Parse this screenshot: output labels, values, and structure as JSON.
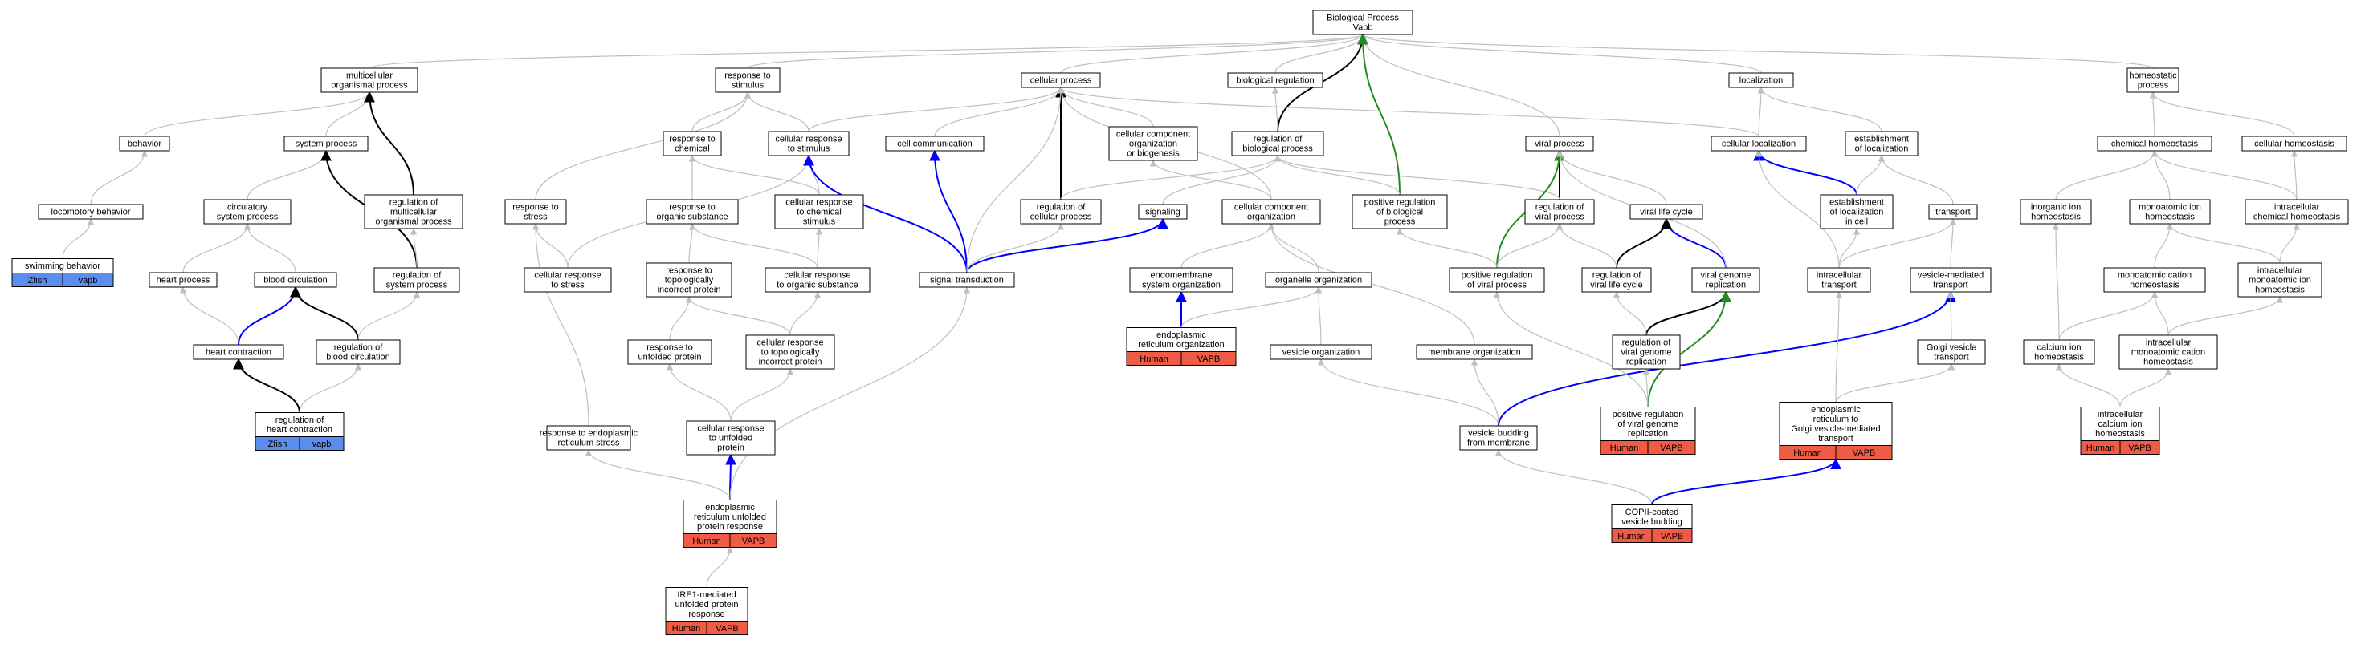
{
  "diagram": {
    "nodes": [
      {
        "id": "bp",
        "lines": [
          "Biological Process",
          "Vapb"
        ]
      },
      {
        "id": "multi",
        "lines": [
          "multicellular",
          "organismal process"
        ]
      },
      {
        "id": "resp_stim",
        "lines": [
          "response to",
          "stimulus"
        ]
      },
      {
        "id": "cell_proc",
        "lines": [
          "cellular process"
        ]
      },
      {
        "id": "bio_reg",
        "lines": [
          "biological regulation"
        ]
      },
      {
        "id": "localization",
        "lines": [
          "localization"
        ]
      },
      {
        "id": "homeo_proc",
        "lines": [
          "homeostatic",
          "process"
        ]
      },
      {
        "id": "behavior",
        "lines": [
          "behavior"
        ]
      },
      {
        "id": "sys_proc",
        "lines": [
          "system process"
        ]
      },
      {
        "id": "resp_chem",
        "lines": [
          "response to",
          "chemical"
        ]
      },
      {
        "id": "cell_resp_stim",
        "lines": [
          "cellular response",
          "to stimulus"
        ]
      },
      {
        "id": "cell_comm",
        "lines": [
          "cell communication"
        ]
      },
      {
        "id": "ccob",
        "lines": [
          "cellular component",
          "organization",
          "or biogenesis"
        ]
      },
      {
        "id": "reg_bp",
        "lines": [
          "regulation of",
          "biological process"
        ]
      },
      {
        "id": "viral_proc",
        "lines": [
          "viral process"
        ]
      },
      {
        "id": "cell_loc",
        "lines": [
          "cellular localization"
        ]
      },
      {
        "id": "estab_loc",
        "lines": [
          "establishment",
          "of localization"
        ]
      },
      {
        "id": "chem_homeo",
        "lines": [
          "chemical homeostasis"
        ]
      },
      {
        "id": "cell_homeo",
        "lines": [
          "cellular homeostasis"
        ]
      },
      {
        "id": "loco_behav",
        "lines": [
          "locomotory behavior"
        ]
      },
      {
        "id": "circ_sys",
        "lines": [
          "circulatory",
          "system process"
        ]
      },
      {
        "id": "reg_multi",
        "lines": [
          "regulation of",
          "multicellular",
          "organismal process"
        ]
      },
      {
        "id": "resp_stress",
        "lines": [
          "response to",
          "stress"
        ]
      },
      {
        "id": "resp_org",
        "lines": [
          "response to",
          "organic substance"
        ]
      },
      {
        "id": "cell_resp_chem",
        "lines": [
          "cellular response",
          "to chemical",
          "stimulus"
        ]
      },
      {
        "id": "reg_cell_proc",
        "lines": [
          "regulation of",
          "cellular process"
        ]
      },
      {
        "id": "signaling",
        "lines": [
          "signaling"
        ]
      },
      {
        "id": "cc_org",
        "lines": [
          "cellular component",
          "organization"
        ]
      },
      {
        "id": "pos_reg_bp",
        "lines": [
          "positive regulation",
          "of biological",
          "process"
        ]
      },
      {
        "id": "reg_viral",
        "lines": [
          "regulation of",
          "viral process"
        ]
      },
      {
        "id": "viral_life",
        "lines": [
          "viral life cycle"
        ]
      },
      {
        "id": "estab_loc_cell",
        "lines": [
          "establishment",
          "of localization",
          "in cell"
        ]
      },
      {
        "id": "inorg_ion",
        "lines": [
          "inorganic ion",
          "homeostasis"
        ]
      },
      {
        "id": "mono_ion",
        "lines": [
          "monoatomic ion",
          "homeostasis"
        ]
      },
      {
        "id": "intra_chem",
        "lines": [
          "intracellular",
          "chemical homeostasis"
        ]
      },
      {
        "id": "swim",
        "lines": [
          "swimming behavior"
        ],
        "species": "Zfish",
        "gene": "vapb",
        "theme": "blue"
      },
      {
        "id": "heart_proc",
        "lines": [
          "heart process"
        ]
      },
      {
        "id": "blood_circ",
        "lines": [
          "blood circulation"
        ]
      },
      {
        "id": "reg_sys",
        "lines": [
          "regulation of",
          "system process"
        ]
      },
      {
        "id": "cell_resp_stress",
        "lines": [
          "cellular response",
          "to stress"
        ]
      },
      {
        "id": "resp_topo",
        "lines": [
          "response to",
          "topologically",
          "incorrect protein"
        ]
      },
      {
        "id": "cell_resp_org",
        "lines": [
          "cellular response",
          "to organic substance"
        ]
      },
      {
        "id": "sig_trans",
        "lines": [
          "signal transduction"
        ]
      },
      {
        "id": "endomem",
        "lines": [
          "endomembrane",
          "system organization"
        ]
      },
      {
        "id": "organelle",
        "lines": [
          "organelle organization"
        ]
      },
      {
        "id": "pos_reg_viral",
        "lines": [
          "positive regulation",
          "of viral process"
        ]
      },
      {
        "id": "reg_viral_life",
        "lines": [
          "regulation of",
          "viral life cycle"
        ]
      },
      {
        "id": "viral_genome",
        "lines": [
          "viral genome",
          "replication"
        ]
      },
      {
        "id": "intra_trans",
        "lines": [
          "intracellular",
          "transport"
        ]
      },
      {
        "id": "ves_trans",
        "lines": [
          "vesicle-mediated",
          "transport"
        ]
      },
      {
        "id": "transport",
        "lines": [
          "transport"
        ]
      },
      {
        "id": "mono_cat",
        "lines": [
          "monoatomic cation",
          "homeostasis"
        ]
      },
      {
        "id": "intra_mono_ion",
        "lines": [
          "intracellular",
          "monoatomic ion",
          "homeostasis"
        ]
      },
      {
        "id": "heart_contr",
        "lines": [
          "heart contraction"
        ]
      },
      {
        "id": "reg_blood",
        "lines": [
          "regulation of",
          "blood circulation"
        ]
      },
      {
        "id": "resp_unfold",
        "lines": [
          "response to",
          "unfolded protein"
        ]
      },
      {
        "id": "cell_resp_topo",
        "lines": [
          "cellular response",
          "to topologically",
          "incorrect protein"
        ]
      },
      {
        "id": "er_org",
        "lines": [
          "endoplasmic",
          "reticulum organization"
        ],
        "species": "Human",
        "gene": "VAPB",
        "theme": "red"
      },
      {
        "id": "ves_org",
        "lines": [
          "vesicle organization"
        ]
      },
      {
        "id": "mem_org",
        "lines": [
          "membrane organization"
        ]
      },
      {
        "id": "reg_vg_rep",
        "lines": [
          "regulation of",
          "viral genome",
          "replication"
        ]
      },
      {
        "id": "golgi_ves",
        "lines": [
          "Golgi vesicle",
          "transport"
        ]
      },
      {
        "id": "ca_ion",
        "lines": [
          "calcium ion",
          "homeostasis"
        ]
      },
      {
        "id": "intra_mono_cat",
        "lines": [
          "intracellular",
          "monoatomic cation",
          "homeostasis"
        ]
      },
      {
        "id": "reg_heart",
        "lines": [
          "regulation of",
          "heart contraction"
        ],
        "species": "Zfish",
        "gene": "vapb",
        "theme": "blue"
      },
      {
        "id": "resp_er_stress",
        "lines": [
          "response to endoplasmic",
          "reticulum stress"
        ]
      },
      {
        "id": "cell_resp_unfold",
        "lines": [
          "cellular response",
          "to unfolded",
          "protein"
        ]
      },
      {
        "id": "ves_bud",
        "lines": [
          "vesicle budding",
          "from membrane"
        ]
      },
      {
        "id": "pos_reg_vg",
        "lines": [
          "positive regulation",
          "of viral genome",
          "replication"
        ],
        "species": "Human",
        "gene": "VAPB",
        "theme": "red"
      },
      {
        "id": "er_golgi",
        "lines": [
          "endoplasmic",
          "reticulum to",
          "Golgi vesicle-mediated",
          "transport"
        ],
        "species": "Human",
        "gene": "VAPB",
        "theme": "red"
      },
      {
        "id": "intra_ca",
        "lines": [
          "intracellular",
          "calcium ion",
          "homeostasis"
        ],
        "species": "Human",
        "gene": "VAPB",
        "theme": "red"
      },
      {
        "id": "er_upr",
        "lines": [
          "endoplasmic",
          "reticulum unfolded",
          "protein response"
        ],
        "species": "Human",
        "gene": "VAPB",
        "theme": "red"
      },
      {
        "id": "copii",
        "lines": [
          "COPII-coated",
          "vesicle budding"
        ],
        "species": "Human",
        "gene": "VAPB",
        "theme": "red"
      },
      {
        "id": "ire1",
        "lines": [
          "IRE1-mediated",
          "unfolded protein",
          "response"
        ],
        "species": "Human",
        "gene": "VAPB",
        "theme": "red"
      }
    ],
    "edges": [
      [
        "multi",
        "bp",
        "is_a"
      ],
      [
        "resp_stim",
        "bp",
        "is_a"
      ],
      [
        "cell_proc",
        "bp",
        "is_a"
      ],
      [
        "bio_reg",
        "bp",
        "is_a"
      ],
      [
        "localization",
        "bp",
        "is_a"
      ],
      [
        "homeo_proc",
        "bp",
        "is_a"
      ],
      [
        "viral_proc",
        "bp",
        "is_a"
      ],
      [
        "reg_bp",
        "bp",
        "regulates"
      ],
      [
        "pos_reg_bp",
        "bp",
        "positively_regulates"
      ],
      [
        "behavior",
        "multi",
        "is_a"
      ],
      [
        "sys_proc",
        "multi",
        "is_a"
      ],
      [
        "reg_multi",
        "multi",
        "regulates"
      ],
      [
        "loco_behav",
        "behavior",
        "is_a"
      ],
      [
        "swim",
        "loco_behav",
        "is_a"
      ],
      [
        "circ_sys",
        "sys_proc",
        "is_a"
      ],
      [
        "heart_proc",
        "circ_sys",
        "is_a"
      ],
      [
        "blood_circ",
        "circ_sys",
        "is_a"
      ],
      [
        "reg_sys",
        "sys_proc",
        "regulates"
      ],
      [
        "reg_sys",
        "reg_multi",
        "is_a"
      ],
      [
        "heart_contr",
        "heart_proc",
        "is_a"
      ],
      [
        "heart_contr",
        "blood_circ",
        "part_of"
      ],
      [
        "reg_blood",
        "blood_circ",
        "regulates"
      ],
      [
        "reg_blood",
        "reg_sys",
        "is_a"
      ],
      [
        "reg_heart",
        "heart_contr",
        "regulates"
      ],
      [
        "reg_heart",
        "reg_blood",
        "is_a"
      ],
      [
        "resp_chem",
        "resp_stim",
        "is_a"
      ],
      [
        "cell_resp_stim",
        "resp_stim",
        "is_a"
      ],
      [
        "cell_resp_stim",
        "cell_proc",
        "is_a"
      ],
      [
        "resp_stress",
        "resp_stim",
        "is_a"
      ],
      [
        "resp_org",
        "resp_chem",
        "is_a"
      ],
      [
        "cell_resp_chem",
        "resp_chem",
        "is_a"
      ],
      [
        "cell_resp_chem",
        "cell_resp_stim",
        "is_a"
      ],
      [
        "cell_resp_stress",
        "resp_stress",
        "is_a"
      ],
      [
        "cell_resp_stress",
        "cell_resp_stim",
        "is_a"
      ],
      [
        "resp_topo",
        "resp_org",
        "is_a"
      ],
      [
        "cell_resp_org",
        "resp_org",
        "is_a"
      ],
      [
        "cell_resp_org",
        "cell_resp_chem",
        "is_a"
      ],
      [
        "resp_unfold",
        "resp_topo",
        "is_a"
      ],
      [
        "cell_resp_topo",
        "resp_topo",
        "is_a"
      ],
      [
        "cell_resp_topo",
        "cell_resp_org",
        "is_a"
      ],
      [
        "cell_resp_unfold",
        "resp_unfold",
        "is_a"
      ],
      [
        "cell_resp_unfold",
        "cell_resp_topo",
        "is_a"
      ],
      [
        "resp_er_stress",
        "resp_stress",
        "is_a"
      ],
      [
        "er_upr",
        "resp_er_stress",
        "is_a"
      ],
      [
        "er_upr",
        "cell_resp_unfold",
        "part_of"
      ],
      [
        "er_upr",
        "sig_trans",
        "is_a"
      ],
      [
        "ire1",
        "er_upr",
        "is_a"
      ],
      [
        "cell_comm",
        "cell_proc",
        "is_a"
      ],
      [
        "ccob",
        "cell_proc",
        "is_a"
      ],
      [
        "reg_cell_proc",
        "cell_proc",
        "regulates"
      ],
      [
        "reg_cell_proc",
        "reg_bp",
        "is_a"
      ],
      [
        "reg_bp",
        "bio_reg",
        "is_a"
      ],
      [
        "sig_trans",
        "cell_comm",
        "part_of"
      ],
      [
        "sig_trans",
        "cell_resp_stim",
        "part_of"
      ],
      [
        "sig_trans",
        "signaling",
        "part_of"
      ],
      [
        "sig_trans",
        "reg_cell_proc",
        "is_a"
      ],
      [
        "sig_trans",
        "cell_proc",
        "is_a"
      ],
      [
        "signaling",
        "reg_bp",
        "is_a"
      ],
      [
        "cc_org",
        "ccob",
        "is_a"
      ],
      [
        "cc_org",
        "cell_proc",
        "is_a"
      ],
      [
        "endomem",
        "cc_org",
        "is_a"
      ],
      [
        "er_org",
        "endomem",
        "part_of"
      ],
      [
        "organelle",
        "cc_org",
        "is_a"
      ],
      [
        "er_org",
        "organelle",
        "is_a"
      ],
      [
        "ves_org",
        "organelle",
        "is_a"
      ],
      [
        "mem_org",
        "cc_org",
        "is_a"
      ],
      [
        "ves_bud",
        "ves_org",
        "is_a"
      ],
      [
        "ves_bud",
        "mem_org",
        "is_a"
      ],
      [
        "ves_bud",
        "ves_trans",
        "part_of"
      ],
      [
        "copii",
        "ves_bud",
        "is_a"
      ],
      [
        "copii",
        "er_golgi",
        "part_of"
      ],
      [
        "pos_reg_bp",
        "reg_bp",
        "is_a"
      ],
      [
        "reg_viral",
        "viral_proc",
        "regulates"
      ],
      [
        "reg_viral",
        "reg_bp",
        "is_a"
      ],
      [
        "pos_reg_viral",
        "viral_proc",
        "positively_regulates"
      ],
      [
        "pos_reg_viral",
        "reg_viral",
        "is_a"
      ],
      [
        "pos_reg_viral",
        "pos_reg_bp",
        "is_a"
      ],
      [
        "viral_life",
        "viral_proc",
        "is_a"
      ],
      [
        "viral_genome",
        "viral_life",
        "part_of"
      ],
      [
        "viral_genome",
        "viral_proc",
        "is_a"
      ],
      [
        "reg_viral_life",
        "viral_life",
        "regulates"
      ],
      [
        "reg_viral_life",
        "reg_viral",
        "is_a"
      ],
      [
        "reg_vg_rep",
        "viral_genome",
        "regulates"
      ],
      [
        "reg_vg_rep",
        "reg_viral_life",
        "is_a"
      ],
      [
        "pos_reg_vg",
        "viral_genome",
        "positively_regulates"
      ],
      [
        "pos_reg_vg",
        "reg_vg_rep",
        "is_a"
      ],
      [
        "pos_reg_vg",
        "pos_reg_viral",
        "is_a"
      ],
      [
        "cell_loc",
        "localization",
        "is_a"
      ],
      [
        "cell_loc",
        "cell_proc",
        "is_a"
      ],
      [
        "estab_loc",
        "localization",
        "is_a"
      ],
      [
        "estab_loc_cell",
        "cell_loc",
        "part_of"
      ],
      [
        "estab_loc_cell",
        "estab_loc",
        "is_a"
      ],
      [
        "transport",
        "estab_loc",
        "is_a"
      ],
      [
        "intra_trans",
        "estab_loc_cell",
        "is_a"
      ],
      [
        "intra_trans",
        "cell_loc",
        "is_a"
      ],
      [
        "intra_trans",
        "transport",
        "is_a"
      ],
      [
        "ves_trans",
        "transport",
        "is_a"
      ],
      [
        "golgi_ves",
        "ves_trans",
        "is_a"
      ],
      [
        "er_golgi",
        "intra_trans",
        "is_a"
      ],
      [
        "er_golgi",
        "golgi_ves",
        "is_a"
      ],
      [
        "chem_homeo",
        "homeo_proc",
        "is_a"
      ],
      [
        "cell_homeo",
        "homeo_proc",
        "is_a"
      ],
      [
        "inorg_ion",
        "chem_homeo",
        "is_a"
      ],
      [
        "mono_ion",
        "chem_homeo",
        "is_a"
      ],
      [
        "intra_chem",
        "chem_homeo",
        "is_a"
      ],
      [
        "intra_chem",
        "cell_homeo",
        "is_a"
      ],
      [
        "mono_cat",
        "mono_ion",
        "is_a"
      ],
      [
        "intra_mono_ion",
        "mono_ion",
        "is_a"
      ],
      [
        "intra_mono_ion",
        "intra_chem",
        "is_a"
      ],
      [
        "ca_ion",
        "mono_cat",
        "is_a"
      ],
      [
        "ca_ion",
        "inorg_ion",
        "is_a"
      ],
      [
        "intra_mono_cat",
        "mono_cat",
        "is_a"
      ],
      [
        "intra_mono_cat",
        "intra_mono_ion",
        "is_a"
      ],
      [
        "intra_ca",
        "ca_ion",
        "is_a"
      ],
      [
        "intra_ca",
        "intra_mono_cat",
        "is_a"
      ]
    ],
    "edge_colors": {
      "is_a": "#bfbfbf",
      "part_of": "#0000ff",
      "regulates": "#000000",
      "positively_regulates": "#228b22"
    },
    "theme_colors": {
      "blue": "#5b8def",
      "red": "#ef5b45"
    }
  }
}
